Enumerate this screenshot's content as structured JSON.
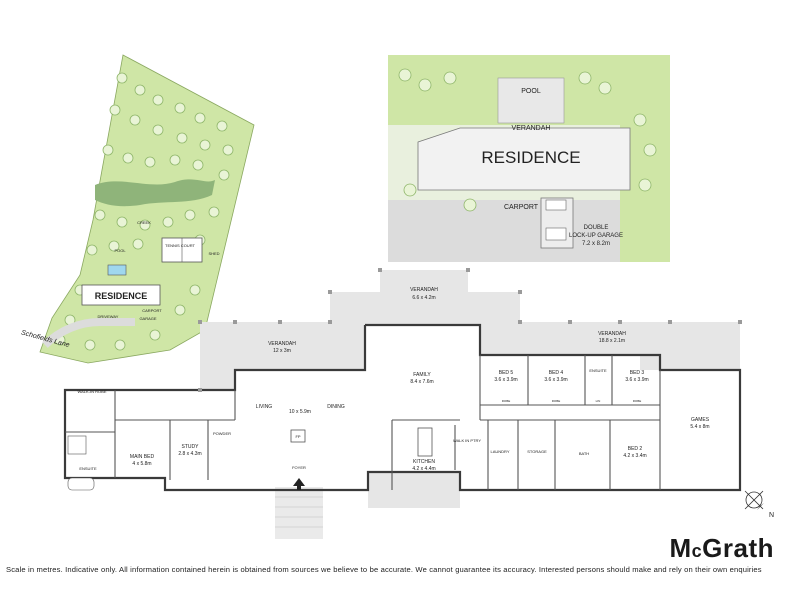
{
  "site_plan": {
    "residence": "RESIDENCE",
    "creek": "CREEK",
    "pool": "POOL",
    "tennis_court": "TENNIS COURT",
    "shed": "SHED",
    "driveway": "DRIVEWAY",
    "carport": "CARPORT",
    "garage": "GARAGE",
    "road": "Schofields Lane"
  },
  "aerial": {
    "pool": "POOL",
    "verandah": "VERANDAH",
    "residence": "RESIDENCE",
    "carport": "CARPORT",
    "garage_line1": "DOUBLE",
    "garage_line2": "LOCK-UP GARAGE",
    "garage_dims": "7.2 x 8.2m"
  },
  "floor_plan": {
    "rooms": {
      "verandah_top": {
        "name": "VERANDAH",
        "dims": "6.6 x 4.2m"
      },
      "verandah_left": {
        "name": "VERANDAH",
        "dims": "12 x 3m"
      },
      "verandah_right": {
        "name": "VERANDAH",
        "dims": "18.8 x 2.1m"
      },
      "family": {
        "name": "FAMILY",
        "dims": "8.4 x 7.6m"
      },
      "bed5": {
        "name": "BED 5",
        "dims": "3.6 x 3.9m"
      },
      "bed4": {
        "name": "BED 4",
        "dims": "3.6 x 3.9m"
      },
      "bed3": {
        "name": "BED 3",
        "dims": "3.6 x 3.9m"
      },
      "ensuite_right": {
        "name": "ENSUITE"
      },
      "living": {
        "name": "LIVING"
      },
      "living_dims": {
        "dims": "10 x 5.9m"
      },
      "dining": {
        "name": "DINING"
      },
      "walkin_robe": {
        "name": "WALK-IN ROBE"
      },
      "main_bed": {
        "name": "MAIN BED",
        "dims": "4 x 5.8m"
      },
      "study": {
        "name": "STUDY",
        "dims": "2.8 x 4.3m"
      },
      "powder": {
        "name": "POWDER"
      },
      "ensuite_left": {
        "name": "ENSUITE"
      },
      "fp": {
        "name": "FP"
      },
      "foyer": {
        "name": "FOYER"
      },
      "kitchen": {
        "name": "KITCHEN",
        "dims": "4.2 x 4.4m"
      },
      "walkin_pantry": {
        "name": "WALK IN PTRY"
      },
      "laundry": {
        "name": "LAUNDRY"
      },
      "storage": {
        "name": "STORAGE"
      },
      "bath": {
        "name": "BATH"
      },
      "bed2": {
        "name": "BED 2",
        "dims": "4.2 x 3.4m"
      },
      "games": {
        "name": "GAMES",
        "dims": "5.4 x 8m"
      },
      "robe": {
        "name": "ROBE"
      },
      "lin": {
        "name": "LIN"
      }
    }
  },
  "compass": {
    "north": "N"
  },
  "brand": {
    "name_pre": "M",
    "name_c": "c",
    "name_post": "Grath"
  },
  "disclaimer": "Scale in metres. Indicative only. All information contained herein is obtained from sources we believe to be accurate. We cannot guarantee its accuracy. Interested persons should make and rely on their own enquiries"
}
